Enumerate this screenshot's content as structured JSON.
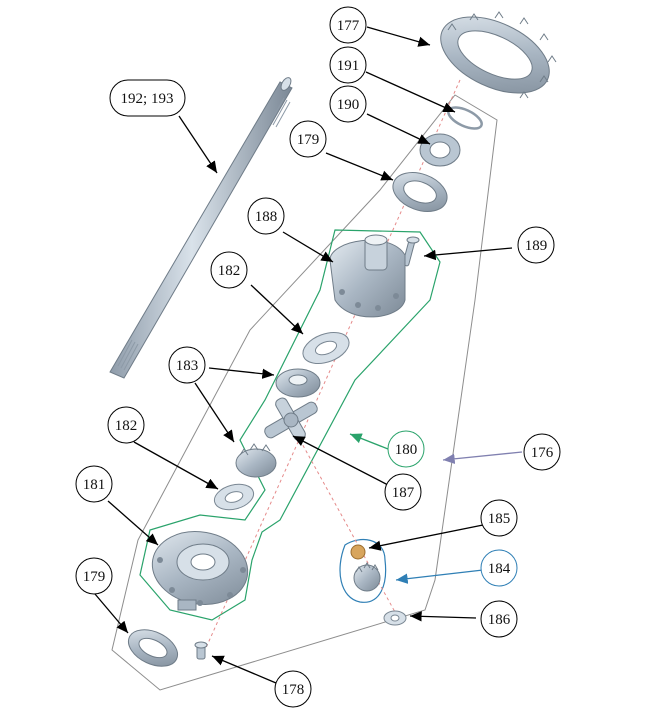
{
  "callouts": {
    "c177": "177",
    "c191": "191",
    "c190": "190",
    "c179a": "179",
    "c188": "188",
    "c189": "189",
    "c182a": "182",
    "c183": "183",
    "c180": "180",
    "c176": "176",
    "c187": "187",
    "c182b": "182",
    "c181": "181",
    "c185": "185",
    "c184": "184",
    "c179b": "179",
    "c186": "186",
    "c178": "178",
    "c192_193": "192; 193"
  },
  "colors": {
    "assembly_180": "#2aa36b",
    "assembly_184": "#2f7fb5",
    "assembly_176": "#8d8d8d",
    "arrow_176": "#8080b0"
  }
}
